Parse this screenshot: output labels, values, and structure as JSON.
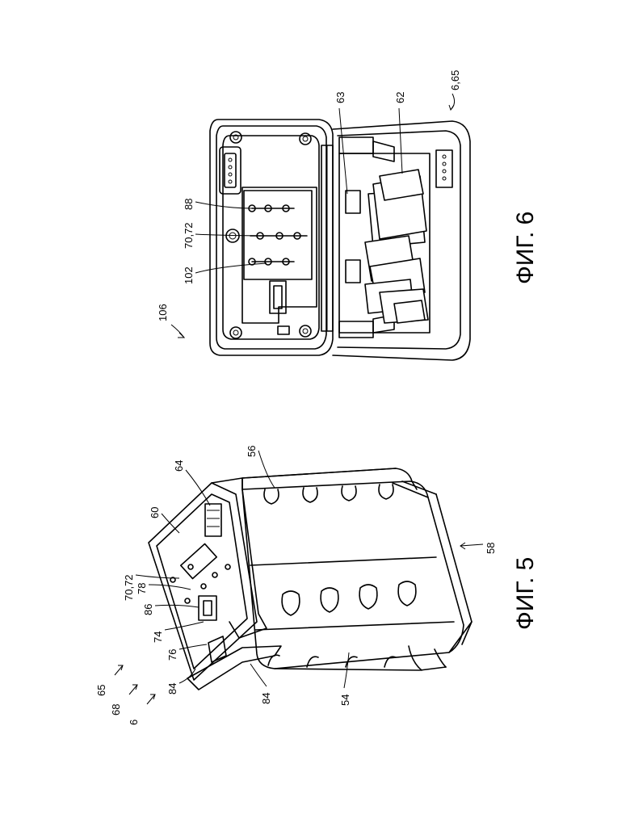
{
  "figures": {
    "fig5": {
      "caption": "ФИГ. 5",
      "labels": [
        "65",
        "68",
        "6",
        "84",
        "76",
        "74",
        "86",
        "78",
        "70,72",
        "60",
        "64",
        "56",
        "84",
        "54",
        "58"
      ]
    },
    "fig6": {
      "caption": "ФИГ. 6",
      "labels": [
        "106",
        "102",
        "70,72",
        "88",
        "63",
        "62",
        "6,65"
      ]
    }
  }
}
